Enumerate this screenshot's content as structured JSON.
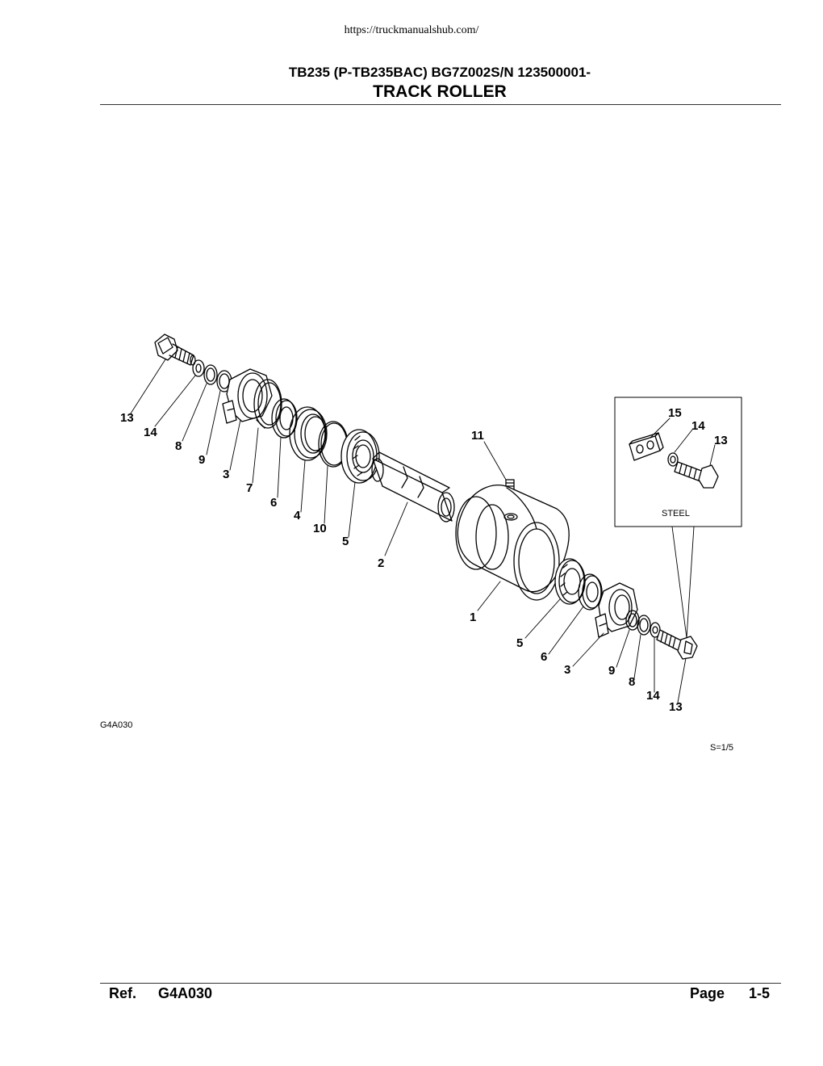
{
  "header": {
    "url": "https://truckmanualshub.com/",
    "model": "TB235 (P-TB235BAC) BG7Z002S/N 123500001-",
    "title": "TRACK ROLLER"
  },
  "diagram": {
    "figure_id": "G4A030",
    "scale": "S=1/5",
    "inset_label": "STEEL",
    "callouts": {
      "c13a": "13",
      "c14a": "14",
      "c8a": "8",
      "c9a": "9",
      "c3a": "3",
      "c7": "7",
      "c6a": "6",
      "c4": "4",
      "c10": "10",
      "c5a": "5",
      "c2": "2",
      "c11": "11",
      "c1": "1",
      "c5b": "5",
      "c6b": "6",
      "c3b": "3",
      "c9b": "9",
      "c8b": "8",
      "c14b": "14",
      "c13b": "13",
      "i15": "15",
      "i14": "14",
      "i13": "13"
    }
  },
  "footer": {
    "ref_label": "Ref.",
    "ref_value": "G4A030",
    "page_label": "Page",
    "page_value": "1-5"
  }
}
